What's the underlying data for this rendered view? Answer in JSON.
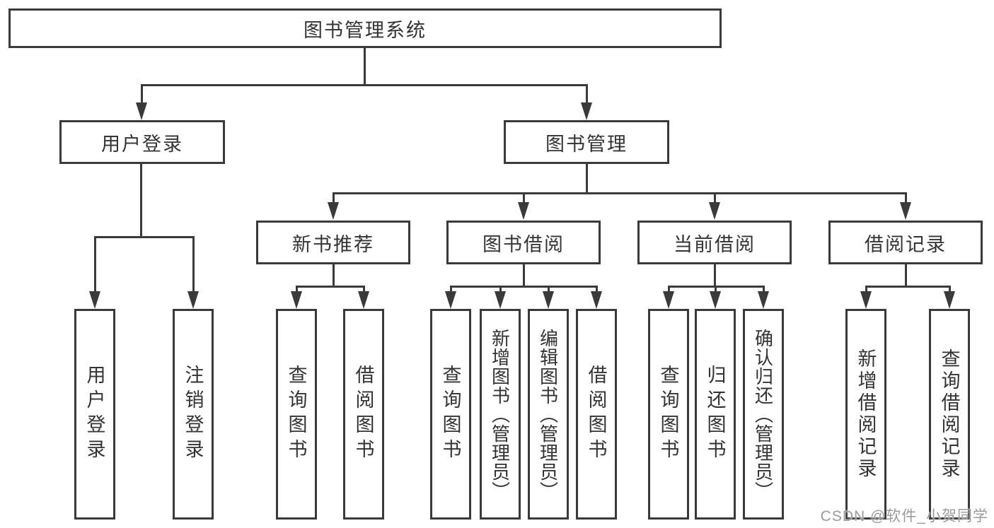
{
  "diagram": {
    "title": "图书管理系统",
    "watermark": "CSDN @软件_小贺同学",
    "colors": {
      "line": "#3a3a3a",
      "text": "#333333",
      "background": "#ffffff",
      "watermark": "#9b9b9b"
    },
    "nodes": {
      "root": {
        "label": "图书管理系统"
      },
      "login": {
        "label": "用户登录"
      },
      "mgmt": {
        "label": "图书管理"
      },
      "newbook": {
        "label": "新书推荐"
      },
      "borrow": {
        "label": "图书借阅"
      },
      "current": {
        "label": "当前借阅"
      },
      "records": {
        "label": "借阅记录"
      },
      "login_user": {
        "label": "用户登录"
      },
      "login_logout": {
        "label": "注销登录"
      },
      "nb_query": {
        "label": "查询图书"
      },
      "nb_borrow": {
        "label": "借阅图书"
      },
      "bb_query": {
        "label": "查询图书"
      },
      "bb_add": {
        "label": "新增图书（管理员）"
      },
      "bb_edit": {
        "label": "编辑图书（管理员）"
      },
      "bb_borrow": {
        "label": "借阅图书"
      },
      "cb_query": {
        "label": "查询图书"
      },
      "cb_return": {
        "label": "归还图书"
      },
      "cb_confirm": {
        "label": "确认归还（管理员）"
      },
      "br_add": {
        "label": "新增借阅记录"
      },
      "br_query": {
        "label": "查询借阅记录"
      }
    },
    "hierarchy": {
      "root": "图书管理系统",
      "children": [
        {
          "label": "用户登录",
          "children": [
            "用户登录",
            "注销登录"
          ]
        },
        {
          "label": "图书管理",
          "children": [
            {
              "label": "新书推荐",
              "children": [
                "查询图书",
                "借阅图书"
              ]
            },
            {
              "label": "图书借阅",
              "children": [
                "查询图书",
                "新增图书（管理员）",
                "编辑图书（管理员）",
                "借阅图书"
              ]
            },
            {
              "label": "当前借阅",
              "children": [
                "查询图书",
                "归还图书",
                "确认归还（管理员）"
              ]
            },
            {
              "label": "借阅记录",
              "children": [
                "新增借阅记录",
                "查询借阅记录"
              ]
            }
          ]
        }
      ]
    }
  }
}
